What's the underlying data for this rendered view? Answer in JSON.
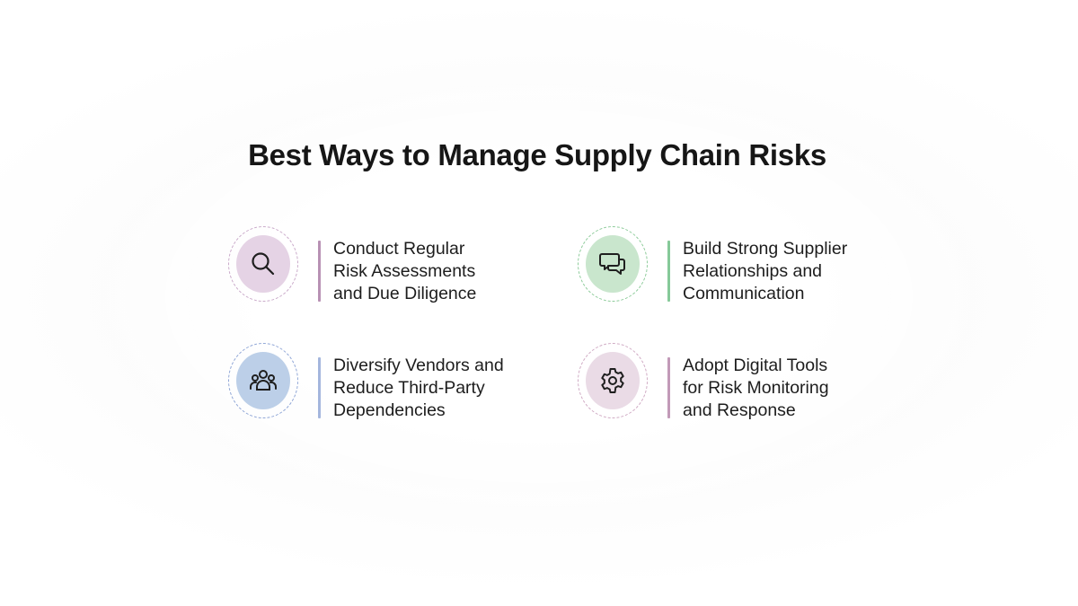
{
  "title": "Best Ways to Manage Supply Chain Risks",
  "items": [
    {
      "lines": [
        "Conduct Regular",
        "Risk Assessments",
        "and Due Diligence"
      ],
      "icon": "search-icon",
      "colors": {
        "disc": "#e5d3e5",
        "ring": "#c9a9c9",
        "bar": "#b891b4"
      }
    },
    {
      "lines": [
        "Build Strong Supplier",
        "Relationships and",
        "Communication"
      ],
      "icon": "chat-icon",
      "colors": {
        "disc": "#c9e6cd",
        "ring": "#8ccb99",
        "bar": "#86c999"
      }
    },
    {
      "lines": [
        "Diversify Vendors and",
        "Reduce Third-Party",
        "Dependencies"
      ],
      "icon": "users-icon",
      "colors": {
        "disc": "#bccfe8",
        "ring": "#8ea5d6",
        "bar": "#a4b6dd"
      }
    },
    {
      "lines": [
        "Adopt Digital Tools",
        "for Risk Monitoring",
        "and Response"
      ],
      "icon": "gear-icon",
      "colors": {
        "disc": "#eadbe6",
        "ring": "#cfa9c3",
        "bar": "#c29ab8"
      }
    }
  ]
}
